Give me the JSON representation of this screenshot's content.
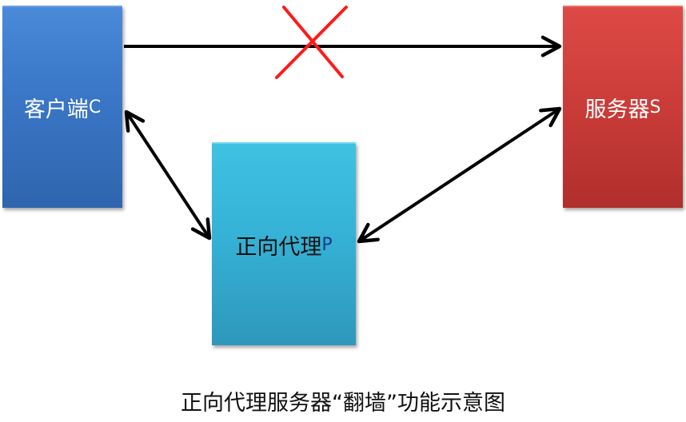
{
  "diagram": {
    "title": "正向代理服务器“翻墙”功能示意图",
    "nodes": {
      "client": {
        "label": "客户端",
        "suffix": "C",
        "color": "#3b78c8"
      },
      "server": {
        "label": "服务器",
        "suffix": "S",
        "color": "#cc3d39"
      },
      "proxy": {
        "label": "正向代理",
        "suffix": "P",
        "color": "#35b2d6"
      }
    },
    "edges": [
      {
        "from": "client",
        "to": "server",
        "type": "one-way",
        "blocked": true,
        "block_mark_color": "#ff1a1a"
      },
      {
        "from": "client",
        "to": "proxy",
        "type": "two-way",
        "blocked": false
      },
      {
        "from": "proxy",
        "to": "server",
        "type": "two-way",
        "blocked": false
      }
    ]
  }
}
